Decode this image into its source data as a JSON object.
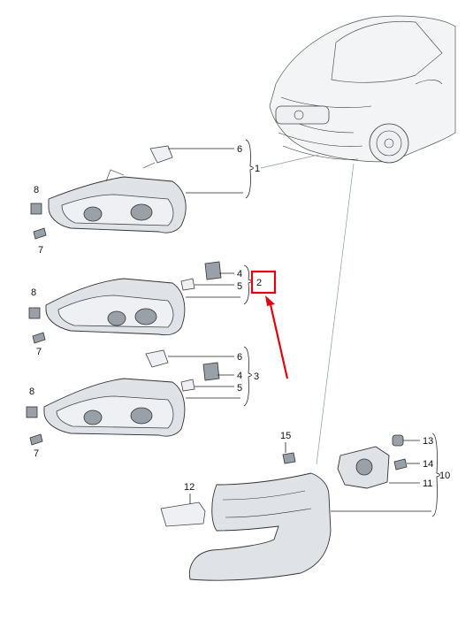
{
  "labels": {
    "l1": "1",
    "l2": "2",
    "l3": "3",
    "l4a": "4",
    "l4b": "4",
    "l5a": "5",
    "l5b": "5",
    "l6a": "6",
    "l6b": "6",
    "l7a": "7",
    "l7b": "7",
    "l7c": "7",
    "l8a": "8",
    "l8b": "8",
    "l8c": "8",
    "l10": "10",
    "l11": "11",
    "l12": "12",
    "l13": "13",
    "l14": "14",
    "l15": "15"
  },
  "colors": {
    "highlight_box": "#e3000f",
    "arrow": "#e3000f"
  },
  "highlighted_part": "2"
}
